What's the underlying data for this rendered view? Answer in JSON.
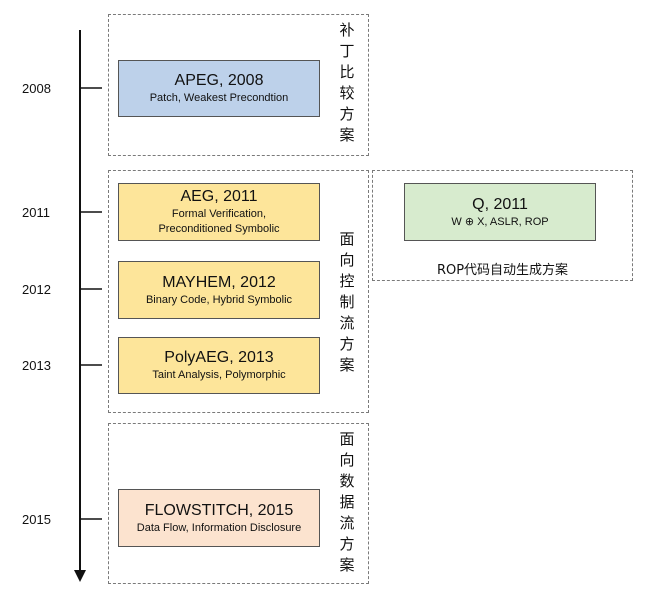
{
  "timeline": {
    "years": [
      "2008",
      "2011",
      "2012",
      "2013",
      "2015"
    ]
  },
  "groups": {
    "patch": {
      "label": "补丁比较方案"
    },
    "control": {
      "label": "面向控制流方案"
    },
    "data": {
      "label": "面向数据流方案"
    },
    "rop": {
      "label": "ROP代码自动生成方案"
    }
  },
  "nodes": {
    "apeg": {
      "title": "APEG, 2008",
      "subtitle": "Patch, Weakest Precondtion"
    },
    "aeg": {
      "title": "AEG, 2011",
      "subtitle_line1": "Formal Verification,",
      "subtitle_line2": "Preconditioned Symbolic"
    },
    "mayhem": {
      "title": "MAYHEM, 2012",
      "subtitle": "Binary Code, Hybrid Symbolic"
    },
    "polyaeg": {
      "title": "PolyAEG, 2013",
      "subtitle": "Taint Analysis, Polymorphic"
    },
    "flowstitch": {
      "title": "FLOWSTITCH, 2015",
      "subtitle": "Data Flow, Information Disclosure"
    },
    "q": {
      "title": "Q, 2011",
      "subtitle": "W ⊕ X, ASLR, ROP"
    }
  },
  "colors": {
    "apeg": "#bdd1ea",
    "control": "#fde59a",
    "rop": "#d7ebce",
    "dataflow": "#fce3cf"
  }
}
